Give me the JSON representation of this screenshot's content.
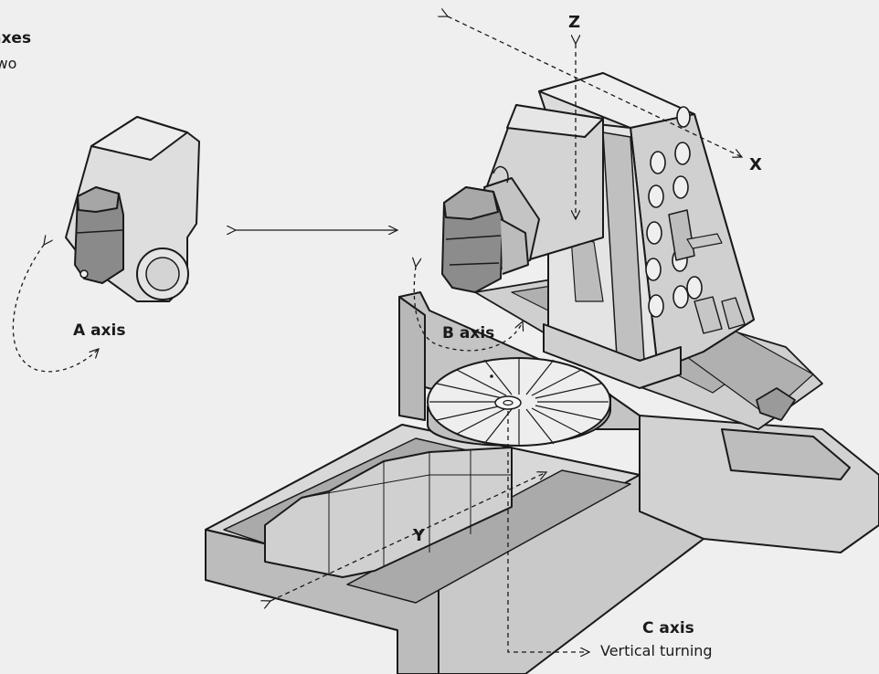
{
  "header": {
    "title_fragment": "axes",
    "subtitle_fragment": "d two"
  },
  "axes": {
    "x": "X",
    "y": "Y",
    "z": "Z",
    "a": "A axis",
    "b": "B axis",
    "c": "C axis",
    "c_caption": "Vertical turning"
  },
  "colors": {
    "background": "#efefef",
    "body_gray": "#c9c9c9",
    "light_gray": "#e6e6e6",
    "dark_gray": "#8a8a8a",
    "outline": "#1a1a1a"
  }
}
